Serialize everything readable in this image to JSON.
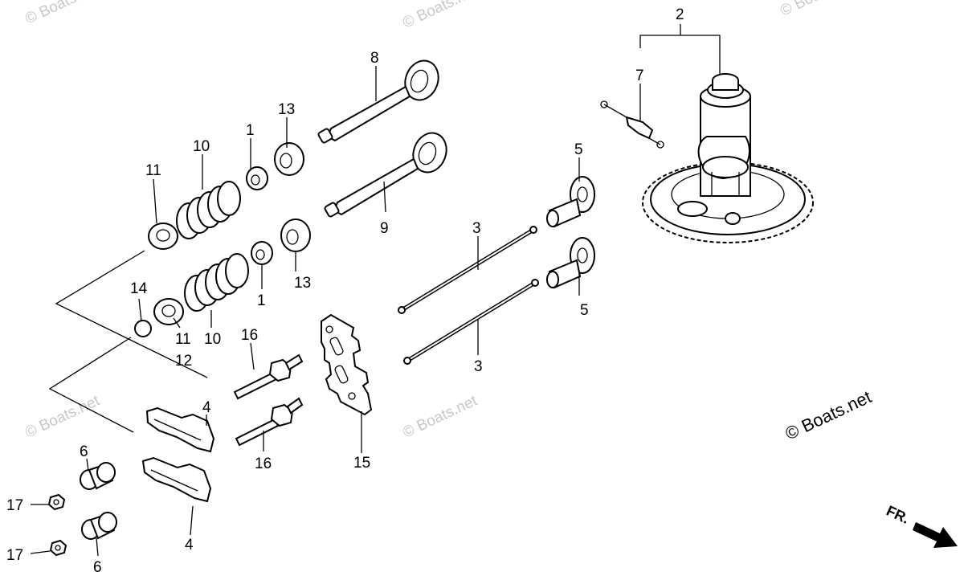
{
  "callouts": {
    "c1a": "1",
    "c1b": "1",
    "c2": "2",
    "c3a": "3",
    "c3b": "3",
    "c4a": "4",
    "c4b": "4",
    "c5a": "5",
    "c5b": "5",
    "c6a": "6",
    "c6b": "6",
    "c7": "7",
    "c8": "8",
    "c9": "9",
    "c10a": "10",
    "c10b": "10",
    "c11a": "11",
    "c11b": "11",
    "c12": "12",
    "c13a": "13",
    "c13b": "13",
    "c14": "14",
    "c15": "15",
    "c16a": "16",
    "c16b": "16",
    "c17a": "17",
    "c17b": "17"
  },
  "watermark": "© Boats.net",
  "copyright": "© Boats.net",
  "direction_label": "FR."
}
